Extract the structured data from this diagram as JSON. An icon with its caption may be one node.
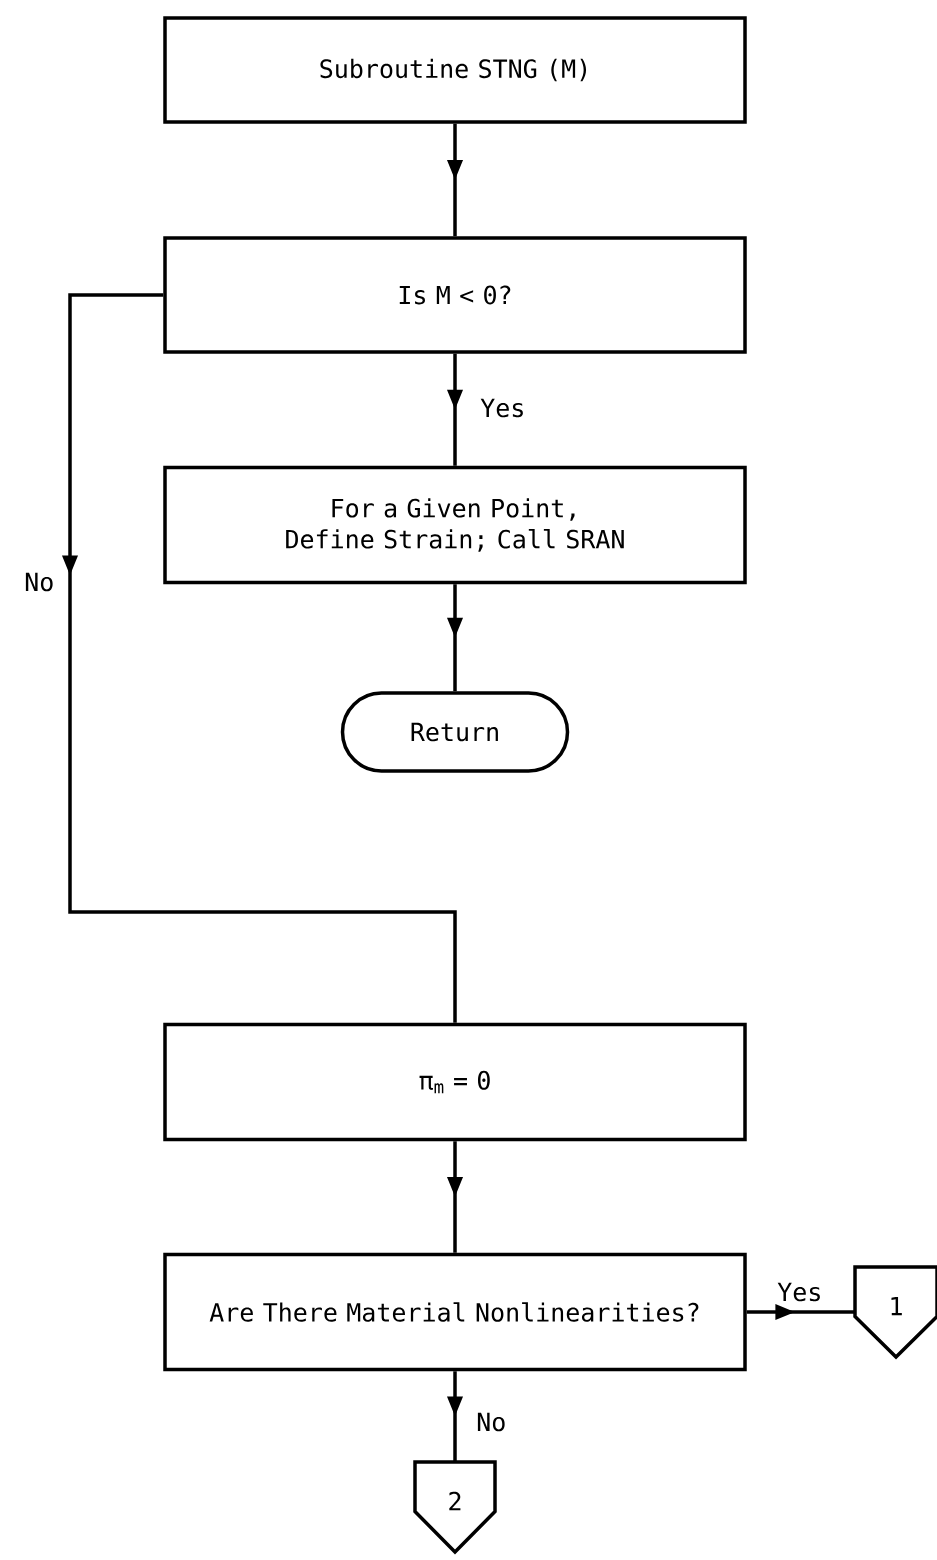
{
  "diagram": {
    "nodes": [
      {
        "text": [
          "Subroutine STNG (M)"
        ]
      },
      {
        "text": [
          "Is M < 0?"
        ]
      },
      {
        "text": [
          "For a Given Point, Define Strain; Call SRAN"
        ]
      },
      {
        "text": [
          "Return"
        ]
      },
      {
        "text": [
          "π$_{m}$ = 0"
        ]
      },
      {
        "text": [
          "Are There Material Nonlinearities?"
        ]
      },
      {
        "text": [
          "1"
        ]
      },
      {
        "text": [
          "2"
        ]
      }
    ],
    "edges": [
      {
        "from": 0,
        "to": 1,
        "arrow": "to"
      },
      {
        "from": 1,
        "to": 2,
        "arrow": "to",
        "label": "Yes"
      },
      {
        "from": 2,
        "to": 3,
        "arrow": "to"
      },
      {
        "from": 1,
        "to": 4,
        "arrow": "to",
        "label": "No"
      },
      {
        "from": 4,
        "to": 5,
        "arrow": "to"
      },
      {
        "from": 5,
        "to": 6,
        "arrow": "to",
        "label": "Yes"
      },
      {
        "from": 5,
        "to": 7,
        "arrow": "to",
        "label": "No"
      }
    ]
  }
}
